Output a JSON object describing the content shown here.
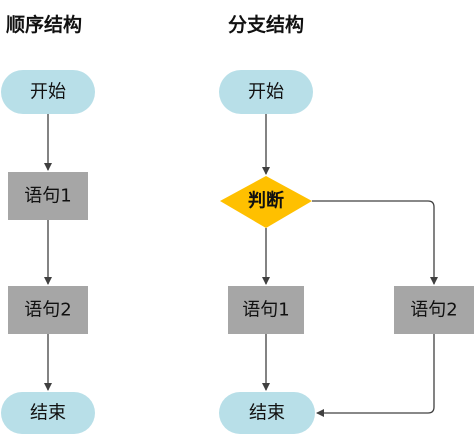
{
  "titles": {
    "sequence": "顺序结构",
    "branch": "分支结构"
  },
  "sequence": {
    "start": "开始",
    "stmt1": "语句1",
    "stmt2": "语句2",
    "end": "结束"
  },
  "branch": {
    "start": "开始",
    "decision": "判断",
    "stmt1": "语句1",
    "stmt2": "语句2",
    "end": "结束"
  },
  "colors": {
    "terminal": "#b8dfe8",
    "process": "#a6a6a6",
    "decision": "#ffc000",
    "line": "#404040"
  }
}
